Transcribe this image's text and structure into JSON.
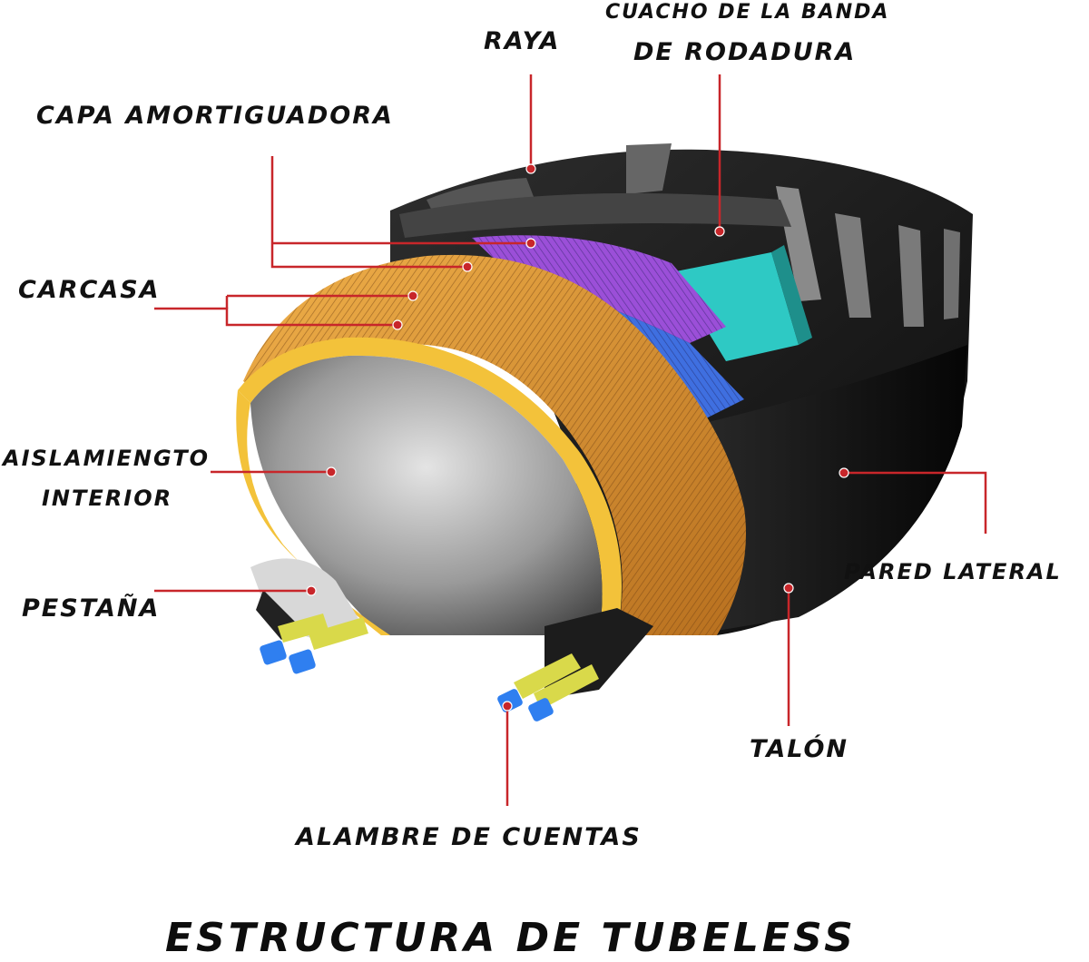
{
  "labels": {
    "raya": "RAYA",
    "cuacho_line1": "CUACHO DE LA BANDA",
    "cuacho_line2": "DE RODADURA",
    "capa": "CAPA AMORTIGUADORA",
    "carcasa": "CARCASA",
    "aislamiento_line1": "AISLAMIENGTO",
    "aislamiento_line2": "INTERIOR",
    "pestana": "PESTAÑA",
    "pared": "PARED LATERAL",
    "talon": "TALÓN",
    "alambre": "ALAMBRE DE CUENTAS"
  },
  "title": "ESTRUCTURA DE TUBELESS",
  "colors": {
    "leader": "#c8262a",
    "rubber_dark": "#1a1a1a",
    "rubber_mid": "#3a3a3a",
    "carcass_orange": "#e0902e",
    "carcass_yellow": "#f3c23a",
    "belt_purple": "#9b4fd8",
    "belt_blue": "#3f6fe0",
    "cap_teal": "#2ec9c4",
    "liner_gray": "#b8b8b8",
    "bead_blue": "#2f7ff0",
    "bead_yellow": "#d9d94a"
  }
}
